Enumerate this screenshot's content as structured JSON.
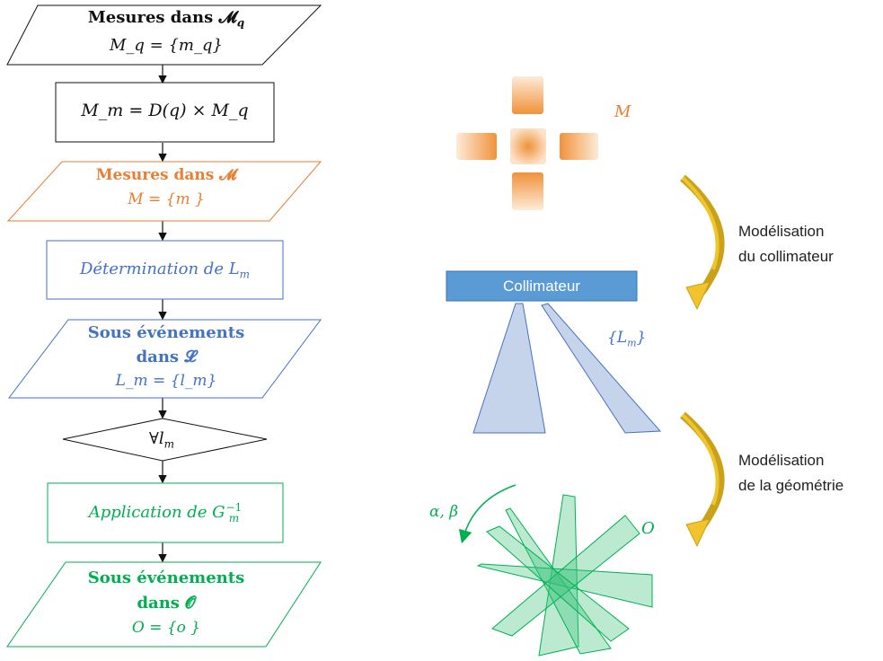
{
  "colors": {
    "black": "#111111",
    "orange": "#ED7D31",
    "blue": "#4472C4",
    "light_blue": "#B4C7E7",
    "green": "#00B050",
    "green_fill": "#70D49A",
    "gold": "#C9A21A",
    "collimator": "#5B9BD5"
  },
  "flow": {
    "step1": {
      "title": "Mesures dans 𝓜",
      "title_sub": "q",
      "formula": "M_q = {m_q}"
    },
    "step2": {
      "formula": "M_m = D(q) × M_q"
    },
    "step3": {
      "title": "Mesures dans 𝓜",
      "formula": "M = {m }"
    },
    "step4": {
      "text": "Détermination de L",
      "text_sub": "m"
    },
    "step5": {
      "title_line1": "Sous événements",
      "title_line2": "dans 𝓛",
      "formula": "L_m = {l_m}"
    },
    "step6": {
      "text": "∀l",
      "text_sub": "m"
    },
    "step7": {
      "text": "Application de G",
      "text_sup": "−1",
      "text_sub": "m"
    },
    "step8": {
      "title_line1": "Sous événements",
      "title_line2": "dans 𝓞",
      "formula": "O = {o }"
    }
  },
  "illustration": {
    "label_m": "M",
    "arrow1_label_line1": "Modélisation",
    "arrow1_label_line2": "du collimateur",
    "collimator_label": "Collimateur",
    "label_lm": "{L",
    "label_lm_sub": "m",
    "label_lm_close": "}",
    "arrow2_label_line1": "Modélisation",
    "arrow2_label_line2": "de la géométrie",
    "label_alpha_beta": "α, β",
    "label_o": "O"
  }
}
